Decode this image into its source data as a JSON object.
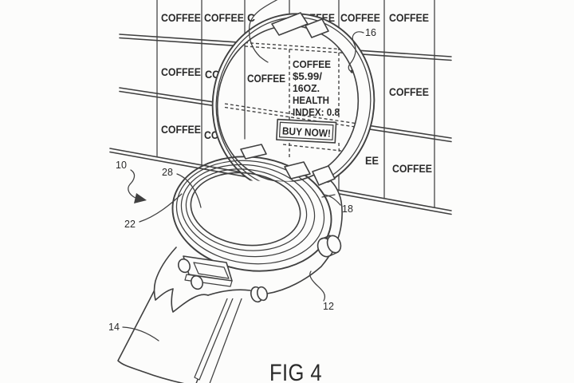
{
  "caption": "FIG 4",
  "shelf_labels": [
    "COFFEE",
    "COFFEE",
    "C",
    "EFEE",
    "COFFEE",
    "COFFEE",
    "COFFEE",
    "CO",
    "COFFEE",
    "COFFEE",
    "COFFEE",
    "COFFEE",
    "EE",
    "COFFEE"
  ],
  "lens_display": {
    "lines": [
      "COFFEE",
      "$5.99/",
      "16OZ.",
      "HEALTH",
      "INDEX: 0.8"
    ],
    "button_label": "BUY NOW!"
  },
  "ref_numerals": {
    "device": "10",
    "crown": "12",
    "band": "14",
    "cover": "16",
    "hinge": "18",
    "case": "22",
    "face": "28"
  },
  "colors": {
    "ink": "#3f3f3f",
    "text": "#2b2b2b",
    "paper": "#fcfcfb"
  }
}
